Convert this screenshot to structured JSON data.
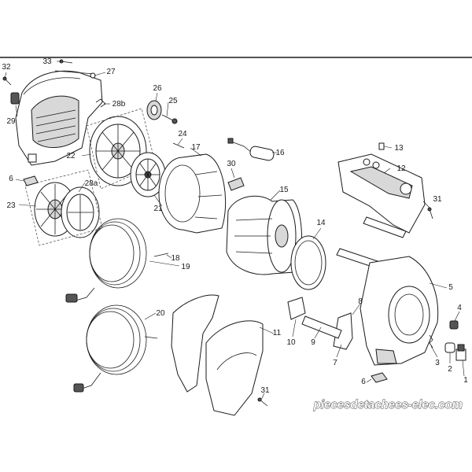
{
  "labels": {
    "p1": "1",
    "p2": "2",
    "p3": "3",
    "p4": "4",
    "p5": "5",
    "p6a": "6",
    "p6b": "6",
    "p7": "7",
    "p8": "8",
    "p9": "9",
    "p10": "10",
    "p11": "11",
    "p12": "12",
    "p13": "13",
    "p14": "14",
    "p15": "15",
    "p16": "16",
    "p17": "17",
    "p18": "18",
    "p19": "19",
    "p20": "20",
    "p21": "21",
    "p22": "22",
    "p23": "23",
    "p24": "24",
    "p25": "25",
    "p26": "26",
    "p27": "27",
    "p28a": "28a",
    "p28b": "28b",
    "p29": "29",
    "p30": "30",
    "p31a": "31",
    "p31b": "31",
    "p32": "32",
    "p33": "33"
  },
  "watermark": "piecesdetachees-elec.com"
}
